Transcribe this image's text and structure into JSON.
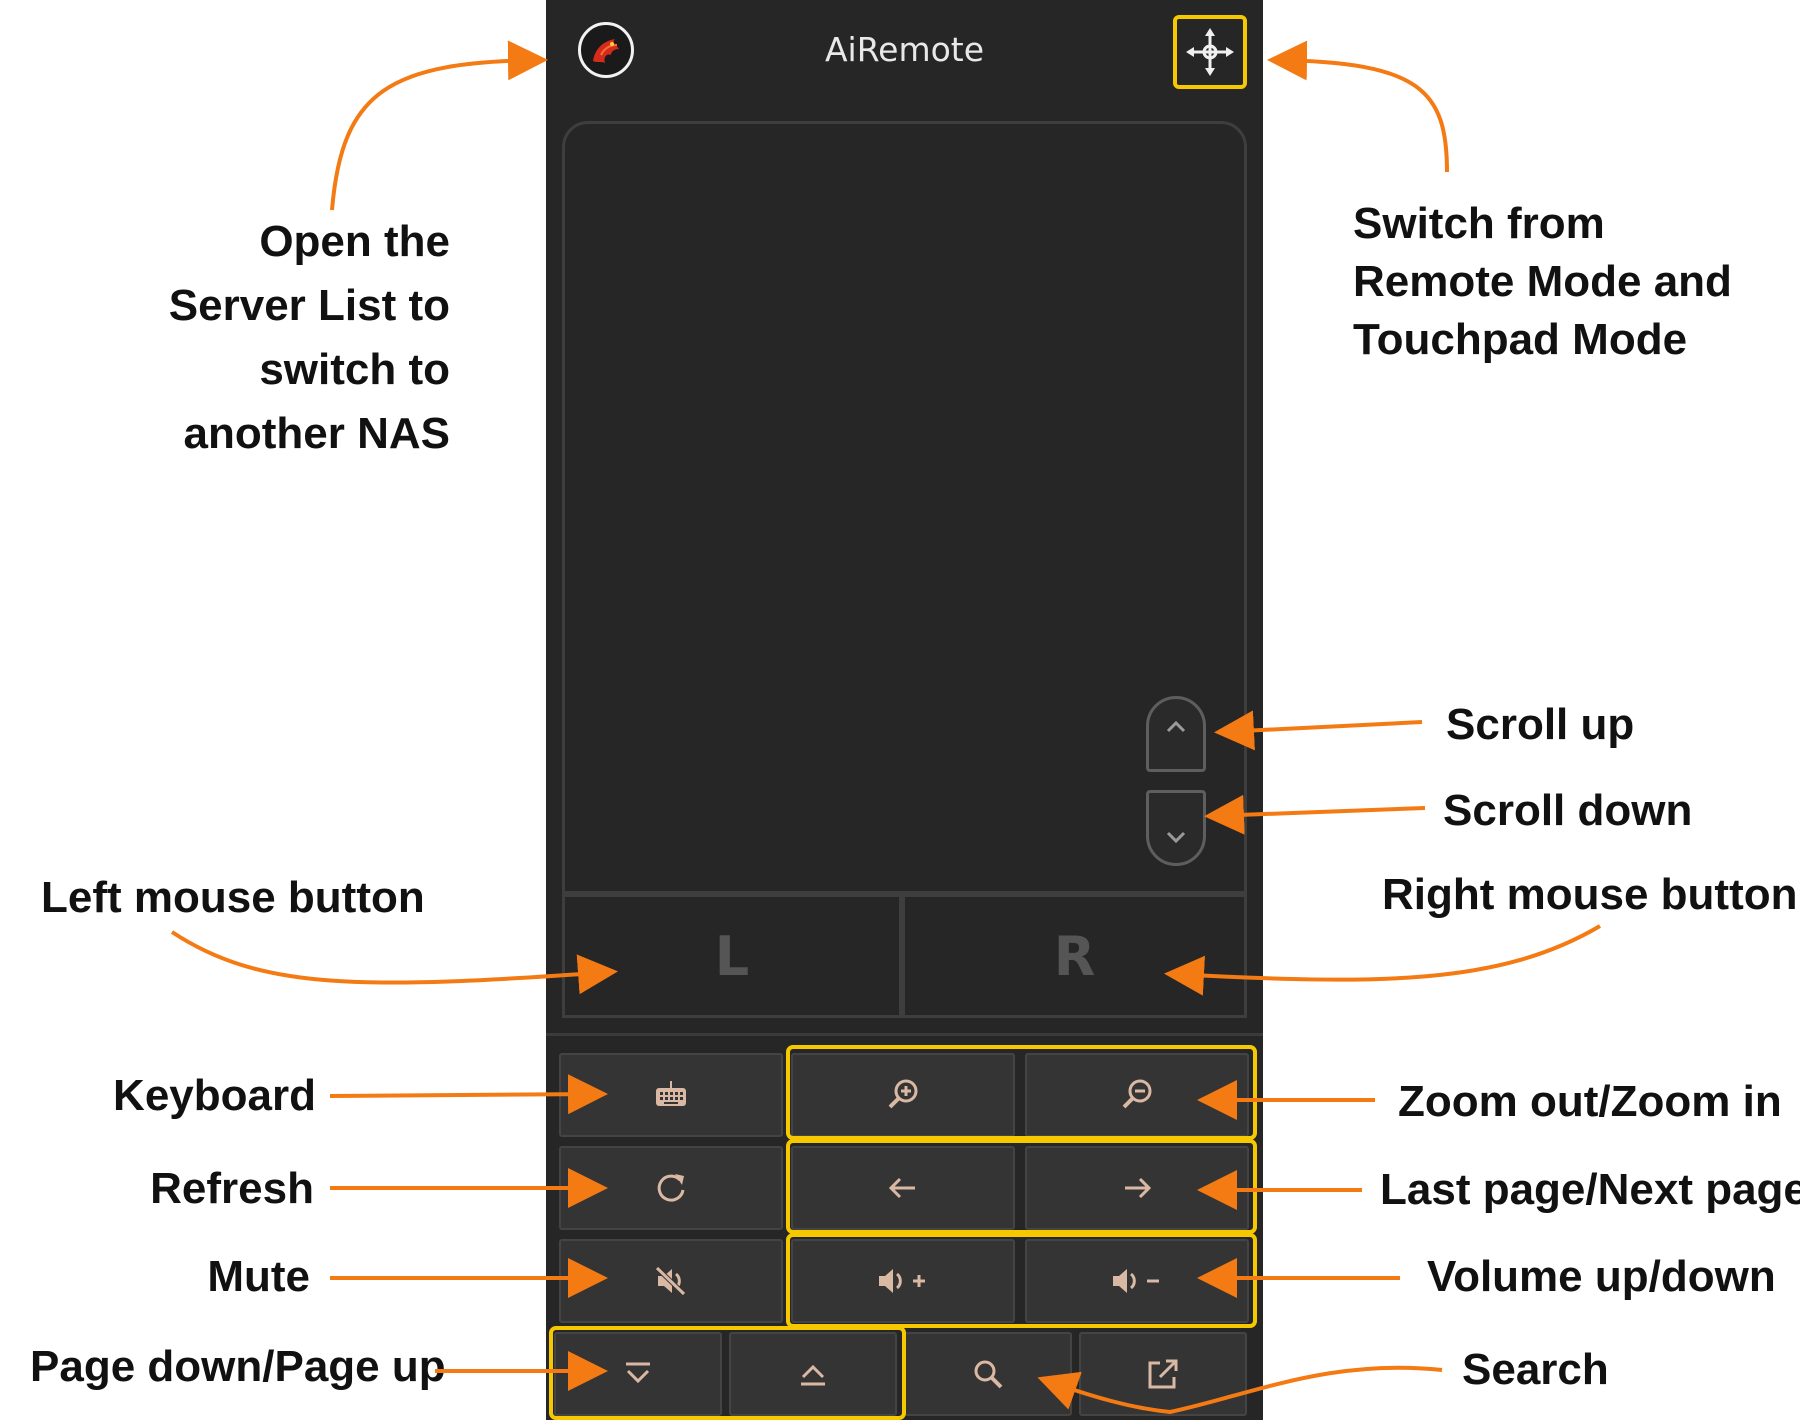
{
  "app": {
    "title": "AiRemote",
    "mouse_left_label": "L",
    "mouse_right_label": "R"
  },
  "icons": {
    "logo": "dragon-logo-icon",
    "mode": "move-arrows-icon",
    "scroll_up": "chevron-up-icon",
    "scroll_down": "chevron-down-icon",
    "keyboard": "keyboard-icon",
    "zoom_in": "zoom-in-icon",
    "zoom_out": "zoom-out-icon",
    "refresh": "refresh-icon",
    "back": "arrow-left-icon",
    "forward": "arrow-right-icon",
    "mute": "mute-icon",
    "volume_up": "volume-up-icon",
    "volume_down": "volume-down-icon",
    "page_down": "page-down-icon",
    "page_up": "page-up-icon",
    "search": "search-icon",
    "open_external": "open-external-icon"
  },
  "annotations": {
    "server_list": [
      "Open the",
      "Server List to",
      "switch to",
      "another NAS"
    ],
    "mode_switch": [
      "Switch from",
      "Remote Mode and",
      "Touchpad Mode"
    ],
    "scroll_up": "Scroll up",
    "scroll_down": "Scroll down",
    "left_mouse": "Left mouse button",
    "right_mouse": "Right mouse button",
    "keyboard": "Keyboard",
    "refresh": "Refresh",
    "mute": "Mute",
    "page_nav": "Page down/Page up",
    "zoom": "Zoom out/Zoom in",
    "page_history": "Last page/Next page",
    "volume": "Volume up/down",
    "search": "Search"
  },
  "colors": {
    "highlight": "#f5c800",
    "arrow": "#f47a13",
    "icon": "#d9b8a4",
    "panel": "#262626",
    "logo_red": "#d42c1a"
  }
}
